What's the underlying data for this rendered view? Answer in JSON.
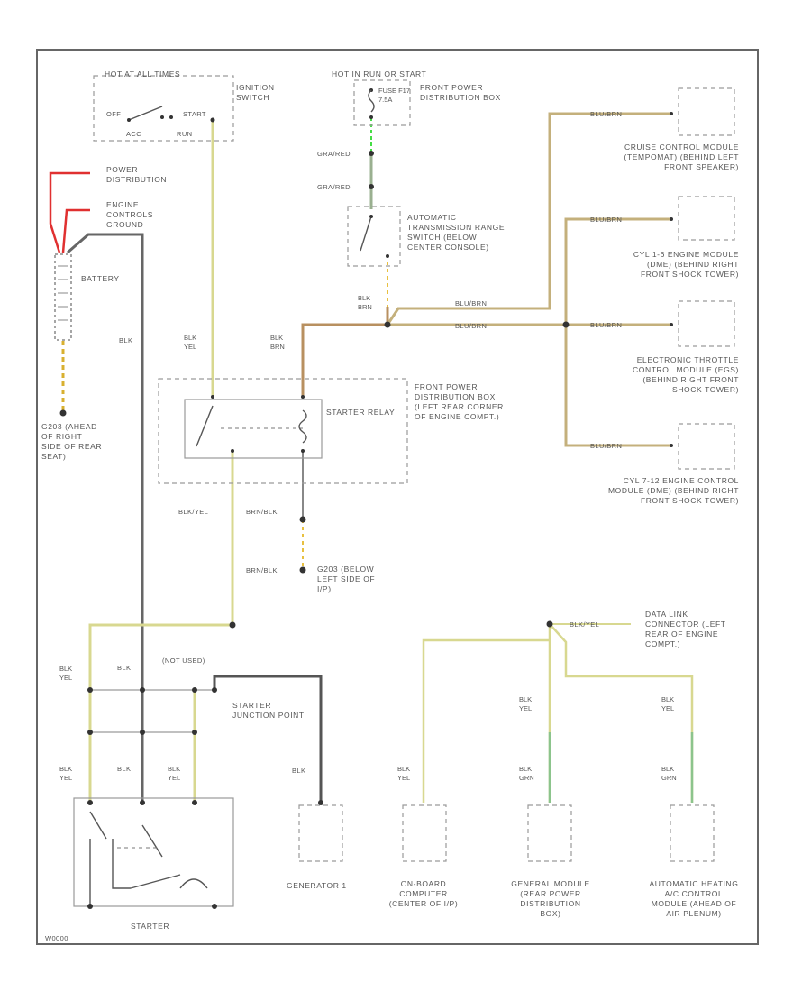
{
  "colors": {
    "blk": "#555555",
    "blk_yel": "#d8d890",
    "blk_grn": "#8cc48c",
    "blu_brn": "#c4b07c",
    "brn": "#b89060",
    "red": "#e03030",
    "gra_red": "#9ab090",
    "grn": "#44dd44",
    "orange": "#e8c040"
  },
  "labels": {
    "hot_all_times": "HOT AT ALL TIMES",
    "ignition_switch": "IGNITION SWITCH",
    "off": "OFF",
    "start": "START",
    "acc": "ACC",
    "run": "RUN",
    "hot_in_start": "HOT IN RUN OR START",
    "fuse_f17": "FUSE F17 7.5A",
    "front_pdb": "FRONT POWER DISTRIBUTION BOX",
    "power_distribution": "POWER DISTRIBUTION",
    "engine_controls_ground": "ENGINE CONTROLS GROUND",
    "battery": "BATTERY",
    "g203": "G203 (AHEAD OF RIGHT SIDE OF REAR SEAT)",
    "gra_red_1": "GRA/RED",
    "gra_red_2": "GRA/RED",
    "atrs": "AUTOMATIC TRANSMISSION RANGE SWITCH (BELOW CENTER CONSOLE)",
    "blk_brn_1": "BLK BRN",
    "blk_brn_2": "BLK BRN",
    "blk_yel_1": "BLK YEL",
    "blk_1": "BLK",
    "starter_relay": "STARTER RELAY",
    "front_pdb_2": "FRONT POWER DISTRIBUTION BOX (LEFT REAR CORNER OF ENGINE COMPT.)",
    "blu_brn_1": "BLU/BRN",
    "blu_brn_2": "BLU/BRN",
    "blu_brn_3": "BLU/BRN",
    "blu_brn_4": "BLU/BRN",
    "blu_brn_5": "BLU/BRN",
    "blu_brn_6": "BLU/BRN",
    "cruise_module": "CRUISE CONTROL MODULE (TEMPOMAT) (BEHIND LEFT FRONT SPEAKER)",
    "ecm_cyl_1_6": "CYL 1-6 ENGINE MODULE (DME) (BEHIND RIGHT FRONT SHOCK TOWER)",
    "etc_module": "ELECTRONIC THROTTLE CONTROL MODULE (EGS) (BEHIND RIGHT FRONT SHOCK TOWER)",
    "ecm_cyl_7_12": "CYL 7-12 ENGINE CONTROL MODULE (DME) (BEHIND RIGHT FRONT SHOCK TOWER)",
    "blk_yel_2": "BLK/YEL",
    "brn_blk_1": "BRN/BLK",
    "brn_blk_2": "BRN/BLK",
    "g203b": "G203 (BELOW LEFT SIDE OF I/P)",
    "data_link": "DATA LINK CONNECTOR (LEFT REAR OF ENGINE COMPT.)",
    "blk_yel_3": "BLK/YEL",
    "blk_yel_4": "BLK YEL",
    "blk_2": "BLK",
    "not_used": "(NOT USED)",
    "starter_junction": "STARTER JUNCTION POINT",
    "blk_yel_5": "BLK YEL",
    "blk_3": "BLK",
    "blk_yel_6": "BLK YEL",
    "blk_4": "BLK",
    "blk_yel_7": "BLK YEL",
    "blk_yel_8": "BLK YEL",
    "blk_grn_1": "BLK GRN",
    "blk_yel_9": "BLK YEL",
    "blk_grn_2": "BLK GRN",
    "starter": "STARTER",
    "generator": "GENERATOR 1",
    "onboard_computer": "ON-BOARD COMPUTER (CENTER OF I/P)",
    "general_module": "GENERAL MODULE (REAR POWER DISTRIBUTION BOX)",
    "auto_hvac": "AUTOMATIC HEATING A/C CONTROL MODULE (AHEAD OF AIR PLENUM)",
    "corner_code": "W0000"
  }
}
